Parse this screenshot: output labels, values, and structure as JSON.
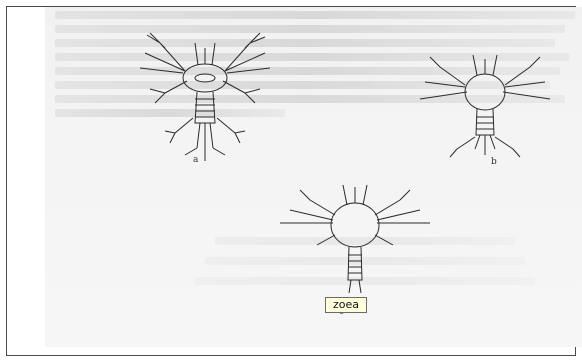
{
  "figure": {
    "panel_labels": [
      "a",
      "b",
      "c"
    ]
  },
  "tooltip": {
    "label": "zoea"
  }
}
